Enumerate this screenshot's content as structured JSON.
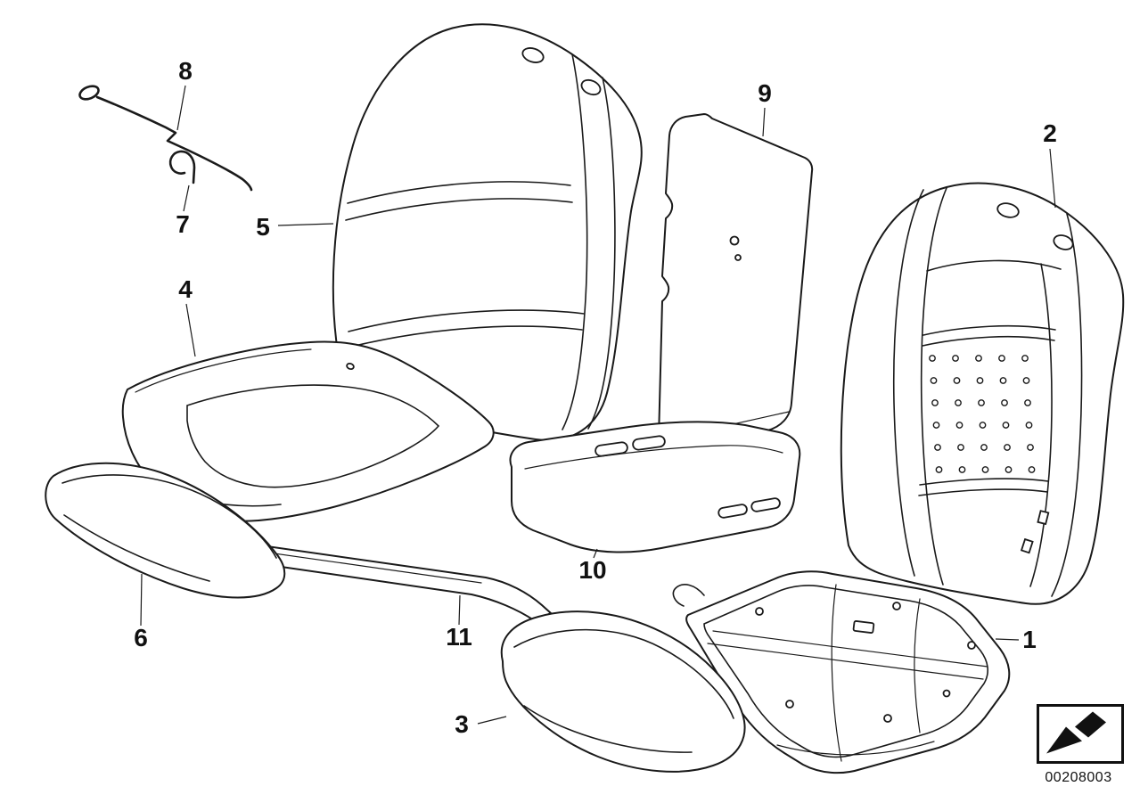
{
  "diagram": {
    "doc_number": "00208003",
    "callouts": [
      {
        "label": "1"
      },
      {
        "label": "2"
      },
      {
        "label": "3"
      },
      {
        "label": "4"
      },
      {
        "label": "5"
      },
      {
        "label": "6"
      },
      {
        "label": "7"
      },
      {
        "label": "8"
      },
      {
        "label": "9"
      },
      {
        "label": "10"
      },
      {
        "label": "11"
      }
    ],
    "colors": {
      "line": "#1a1a1a",
      "background": "#ffffff"
    },
    "nav": {
      "arrow_icon": "arrow-down-left"
    }
  }
}
